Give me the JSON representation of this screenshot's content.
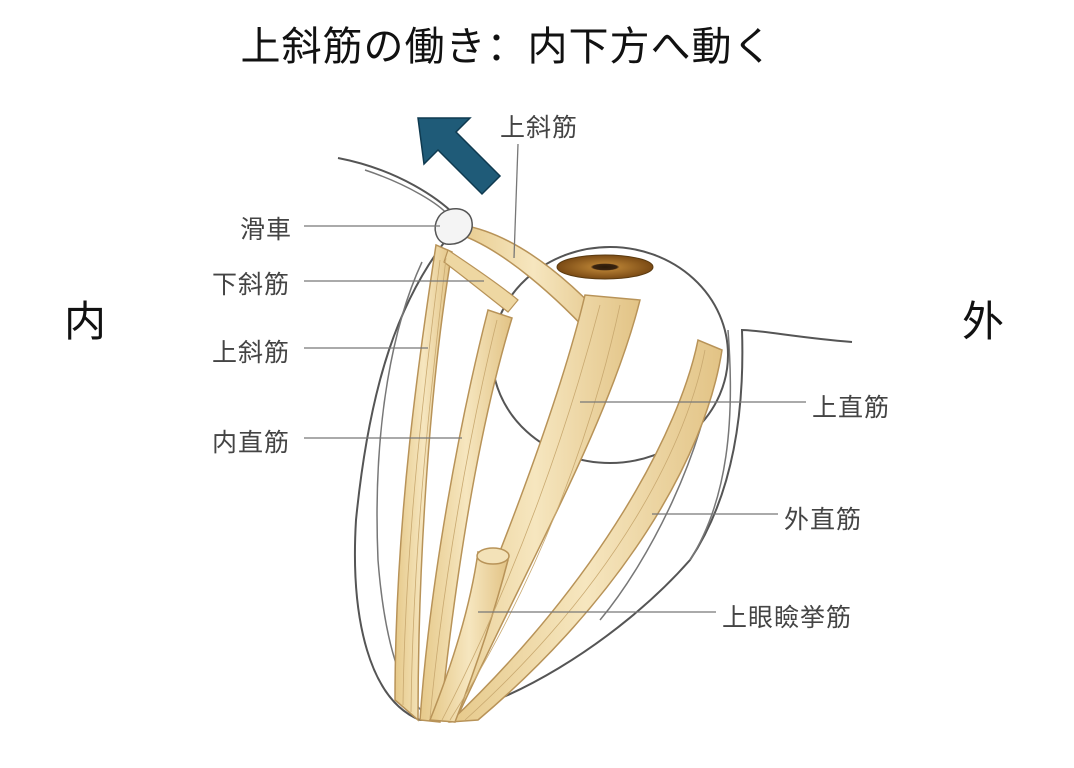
{
  "title": "上斜筋の働き：内下方へ動く",
  "sides": {
    "inner": "内",
    "outer": "外"
  },
  "labels": {
    "superior_oblique_top": "上斜筋",
    "trochlea": "滑車",
    "inferior_oblique": "下斜筋",
    "superior_oblique_left": "上斜筋",
    "medial_rectus": "内直筋",
    "superior_rectus": "上直筋",
    "lateral_rectus": "外直筋",
    "levator": "上眼瞼挙筋"
  },
  "colors": {
    "arrow": "#1f5b78",
    "muscle": "#f0dcaa",
    "muscle_stroke": "#c8a86a",
    "leader": "#777777",
    "iris": "#8a5a1e"
  },
  "arrow": {
    "icon": "arrow-up-left-icon"
  }
}
